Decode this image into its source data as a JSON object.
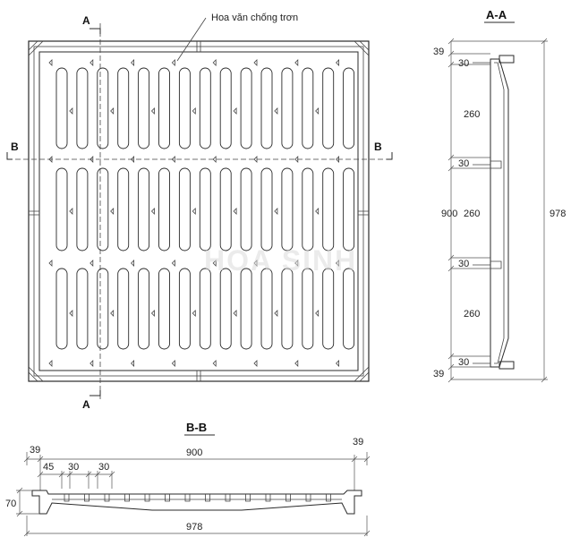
{
  "plan": {
    "note": "Hoa văn chống trơn",
    "section_a_top": "A",
    "section_a_bottom": "A",
    "section_b_left": "B",
    "section_b_right": "B",
    "slot_columns": 15,
    "slot_rows": 3
  },
  "section_aa": {
    "title": "A-A",
    "dims_left": [
      "39",
      "30",
      "260",
      "30",
      "260",
      "30",
      "260",
      "30",
      "39"
    ],
    "dim_inner": "900",
    "dim_overall": "978"
  },
  "section_bb": {
    "title": "B-B",
    "dim_left_edge": "39",
    "dim_right_edge": "39",
    "dim_inner": "900",
    "dim_rib1": "45",
    "dim_rib2": "30",
    "dim_rib3": "30",
    "dim_height": "70",
    "dim_overall": "978"
  },
  "watermark": "HOA SINH"
}
